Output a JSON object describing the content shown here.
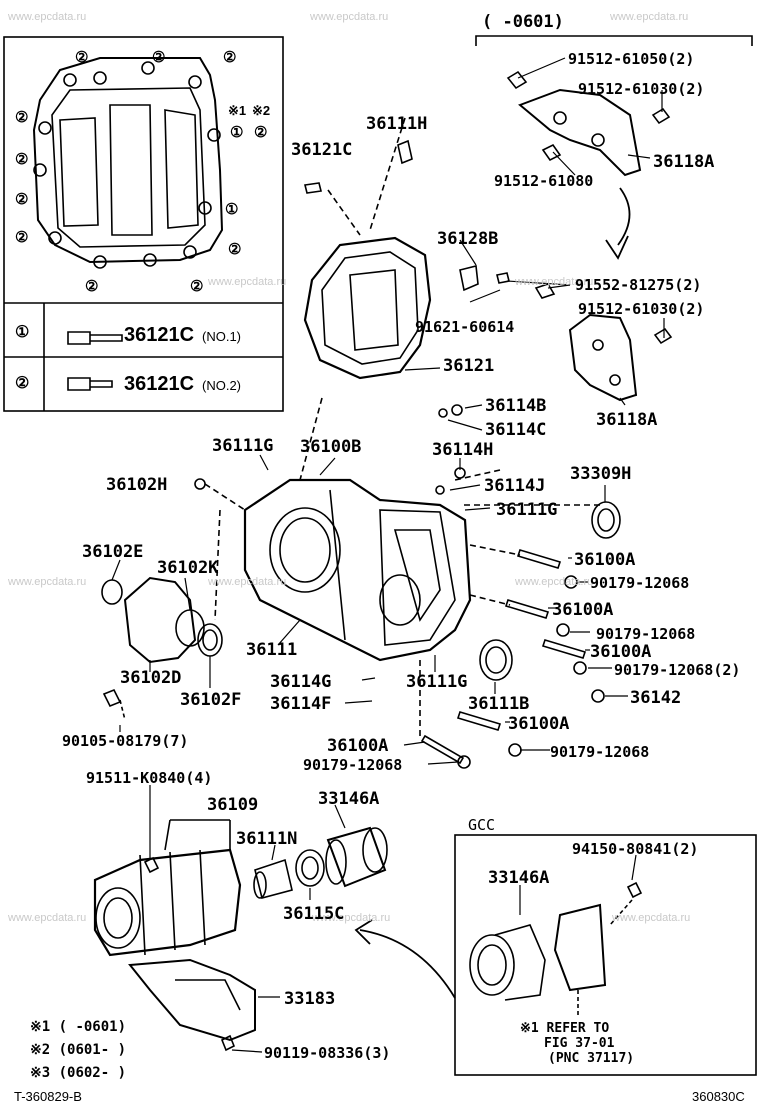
{
  "watermark": "www.epcdata.ru",
  "header": {
    "range": "(       -0601)"
  },
  "inset_table": {
    "rows": [
      {
        "mark": "①",
        "part": "36121C",
        "note": "(NO.1)"
      },
      {
        "mark": "②",
        "part": "36121C",
        "note": "(NO.2)"
      }
    ],
    "callouts": {
      "one": "①",
      "two": "②",
      "x1": "※1",
      "x2": "※2"
    }
  },
  "parts": {
    "p1": "91512-61050(2)",
    "p2": "91512-61030(2)",
    "p3": "36111H",
    "p4": "36121C",
    "p5": "36118A",
    "p6": "91512-61080",
    "p7": "36128B",
    "p8": "91552-81275(2)",
    "p9": "91512-61030(2)",
    "p10": "91621-60614",
    "p11": "36121",
    "p12": "36114B",
    "p13": "36114C",
    "p14": "36118A",
    "p15": "36111G",
    "p16": "36100B",
    "p17": "36114H",
    "p18": "33309H",
    "p19": "36102H",
    "p20": "36114J",
    "p21": "36111G",
    "p22": "36102E",
    "p23": "36102K",
    "p24": "36100A",
    "p25": "90179-12068",
    "p26": "36100A",
    "p27": "90179-12068",
    "p28": "36100A",
    "p29": "90179-12068(2)",
    "p30": "36111",
    "p31": "36114G",
    "p32": "36111G",
    "p33": "36142",
    "p34": "36102D",
    "p35": "36102F",
    "p36": "36114F",
    "p37": "36111B",
    "p38": "36100A",
    "p39": "90105-08179(7)",
    "p40": "36100A",
    "p41": "90179-12068",
    "p42": "90179-12068",
    "p43": "91511-K0840(4)",
    "p44": "33146A",
    "p45": "36109",
    "p46": "36111N",
    "p47": "36115C",
    "p48": "33183",
    "p49": "90119-08336(3)",
    "p50": "94150-80841(2)",
    "p51": "33146A"
  },
  "gcc": {
    "title": "GCC",
    "refer1": "※1 REFER TO",
    "refer2": "FIG 37-01",
    "refer3": "(PNC 37117)"
  },
  "notes": {
    "n1": "※1 (       -0601)",
    "n2": "※2 (0601-       )",
    "n3": "※3 (0602-       )"
  },
  "footer": {
    "left": "T-360829-B",
    "right": "360830C"
  }
}
